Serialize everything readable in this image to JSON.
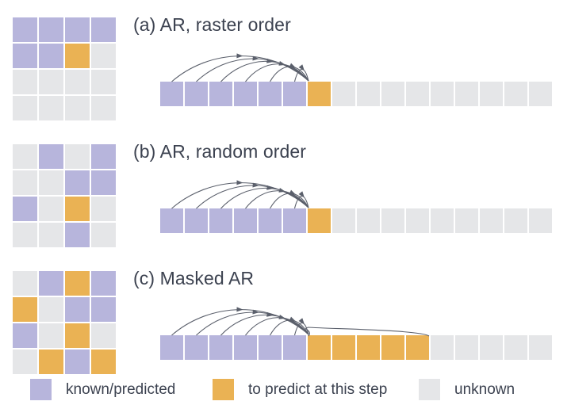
{
  "figure": {
    "colors": {
      "known": "#b7b5dc",
      "predict": "#eab254",
      "unknown": "#e5e6e8",
      "arrow": "#5a5f6b",
      "text": "#3c4250",
      "background": "#ffffff"
    }
  },
  "panels": [
    {
      "id": "a",
      "caption": "(a) AR, raster order",
      "grid": {
        "rows": 4,
        "cols": 4,
        "cells": [
          [
            "known",
            "known",
            "known",
            "known"
          ],
          [
            "known",
            "known",
            "predict",
            "unknown"
          ],
          [
            "unknown",
            "unknown",
            "unknown",
            "unknown"
          ],
          [
            "unknown",
            "unknown",
            "unknown",
            "unknown"
          ]
        ]
      },
      "sequence": {
        "length": 16,
        "tokens": [
          "known",
          "known",
          "known",
          "known",
          "known",
          "known",
          "predict",
          "unknown",
          "unknown",
          "unknown",
          "unknown",
          "unknown",
          "unknown",
          "unknown",
          "unknown",
          "unknown"
        ]
      },
      "arrows": {
        "count": 6,
        "from_indices": [
          0,
          1,
          2,
          3,
          4,
          5
        ],
        "to_index": 6,
        "has_brace": false
      }
    },
    {
      "id": "b",
      "caption": "(b) AR, random order",
      "grid": {
        "rows": 4,
        "cols": 4,
        "cells": [
          [
            "unknown",
            "known",
            "unknown",
            "known"
          ],
          [
            "unknown",
            "unknown",
            "known",
            "known"
          ],
          [
            "known",
            "unknown",
            "predict",
            "unknown"
          ],
          [
            "unknown",
            "unknown",
            "known",
            "unknown"
          ]
        ]
      },
      "sequence": {
        "length": 16,
        "tokens": [
          "known",
          "known",
          "known",
          "known",
          "known",
          "known",
          "predict",
          "unknown",
          "unknown",
          "unknown",
          "unknown",
          "unknown",
          "unknown",
          "unknown",
          "unknown",
          "unknown"
        ]
      },
      "arrows": {
        "count": 6,
        "from_indices": [
          0,
          1,
          2,
          3,
          4,
          5
        ],
        "to_index": 6,
        "has_brace": false
      }
    },
    {
      "id": "c",
      "caption": "(c) Masked AR",
      "grid": {
        "rows": 4,
        "cols": 4,
        "cells": [
          [
            "unknown",
            "known",
            "predict",
            "known"
          ],
          [
            "predict",
            "unknown",
            "known",
            "known"
          ],
          [
            "known",
            "unknown",
            "predict",
            "unknown"
          ],
          [
            "unknown",
            "predict",
            "known",
            "predict"
          ]
        ]
      },
      "sequence": {
        "length": 16,
        "tokens": [
          "known",
          "known",
          "known",
          "known",
          "known",
          "known",
          "predict",
          "predict",
          "predict",
          "predict",
          "predict",
          "unknown",
          "unknown",
          "unknown",
          "unknown",
          "unknown"
        ]
      },
      "arrows": {
        "count": 6,
        "from_indices": [
          0,
          1,
          2,
          3,
          4,
          5
        ],
        "to_index": 6,
        "has_brace": true,
        "brace_span_indices": [
          6,
          7,
          8,
          9,
          10
        ]
      }
    }
  ],
  "legend": {
    "items": [
      {
        "label": "known/predicted",
        "color_key": "known"
      },
      {
        "label": "to predict at this step",
        "color_key": "predict"
      },
      {
        "label": "unknown",
        "color_key": "unknown"
      }
    ]
  }
}
